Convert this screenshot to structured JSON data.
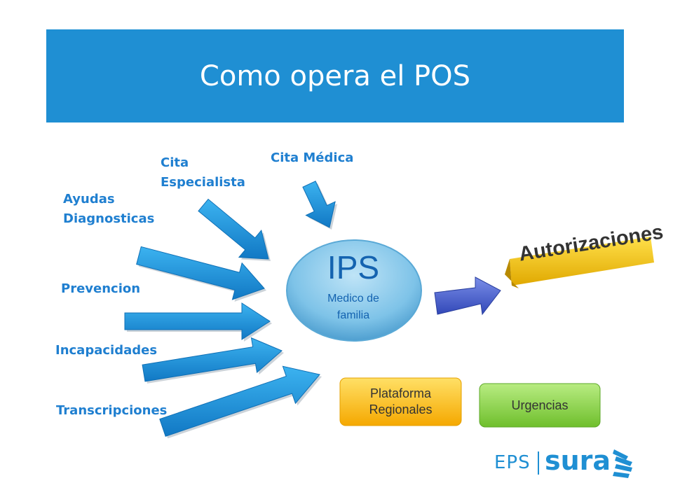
{
  "title": "Como opera el POS",
  "inputs": [
    {
      "id": "cita-medica",
      "label": "Cita Médica"
    },
    {
      "id": "cita-especialista",
      "label_lines": [
        "Cita",
        "Especialista"
      ]
    },
    {
      "id": "ayudas-diagnosticas",
      "label_lines": [
        "Ayudas",
        "Diagnosticas"
      ]
    },
    {
      "id": "prevencion",
      "label": "Prevencion"
    },
    {
      "id": "incapacidades",
      "label": "Incapacidades"
    },
    {
      "id": "transcripciones",
      "label": "Transcripciones"
    }
  ],
  "center": {
    "title": "IPS",
    "subtitle_lines": [
      "Medico de",
      "familia"
    ]
  },
  "output": {
    "label": "Autorizaciones"
  },
  "boxes": {
    "plataforma": {
      "lines": [
        "Plataforma",
        "Regionales"
      ]
    },
    "urgencias": {
      "label": "Urgencias"
    }
  },
  "logo": {
    "eps": "EPS",
    "sura": "sura"
  },
  "colors": {
    "title_bar": "#1f8fd3",
    "label": "#1f7fd0",
    "arrow": "#1e9ae0",
    "ips": "#7ec3e8",
    "auth": "#f2c20c",
    "plataforma": "#ffcc00",
    "urgencias": "#8cd446"
  }
}
